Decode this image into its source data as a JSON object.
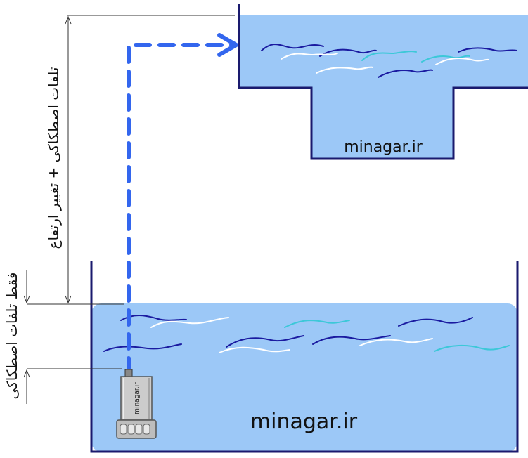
{
  "colors": {
    "tank_outline": "#1a1a6e",
    "water": "#9cc8f7",
    "flow_arrow": "#3366ee",
    "wave_dark": "#1a1aa0",
    "wave_cyan": "#3cc8d8",
    "wave_white": "#ffffff",
    "dimension_line": "#333333",
    "pump_body": "#cccccc"
  },
  "upper_tank": {
    "watermark": "minagar.ir"
  },
  "lower_tank": {
    "watermark": "minagar.ir"
  },
  "pump": {
    "label": "minagar.ir"
  },
  "dimensions": {
    "total_label": "تلفات اصطکاکی + تغییر ارتفاع",
    "friction_only_label": "فقط تلفات اصطکاکی"
  },
  "icons": {
    "pump": "submersible-pump-icon",
    "arrow": "arrow-head-icon"
  }
}
